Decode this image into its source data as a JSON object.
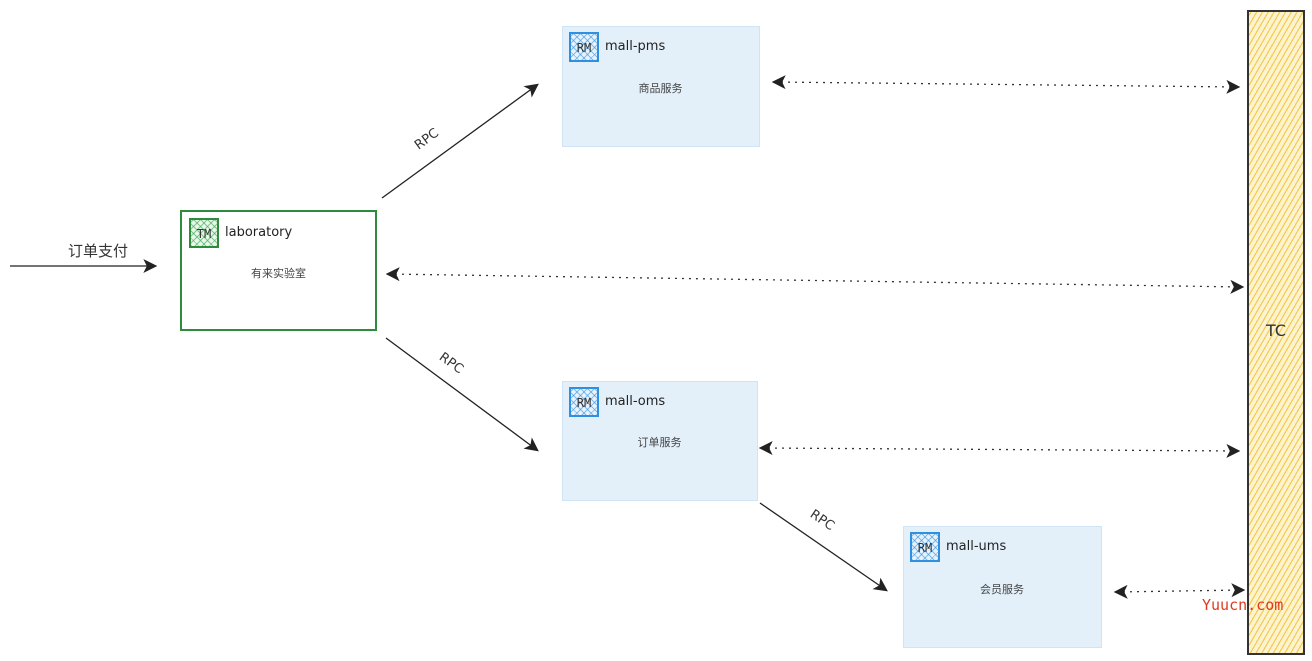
{
  "input": {
    "label": "订单支付"
  },
  "tm": {
    "badge": "TM",
    "name": "laboratory",
    "desc": "有来实验室"
  },
  "services": [
    {
      "badge": "RM",
      "name": "mall-pms",
      "desc": "商品服务"
    },
    {
      "badge": "RM",
      "name": "mall-oms",
      "desc": "订单服务"
    },
    {
      "badge": "RM",
      "name": "mall-ums",
      "desc": "会员服务"
    }
  ],
  "rpc_labels": [
    "RPC",
    "RPC",
    "RPC"
  ],
  "tc": {
    "label": "TC"
  },
  "watermark": "Yuucn.com",
  "colors": {
    "rm_fill": "#e3f0fa",
    "tm_border": "#2e8b3e",
    "tc_fill": "#fdf3cf",
    "watermark": "#e03a1e"
  }
}
